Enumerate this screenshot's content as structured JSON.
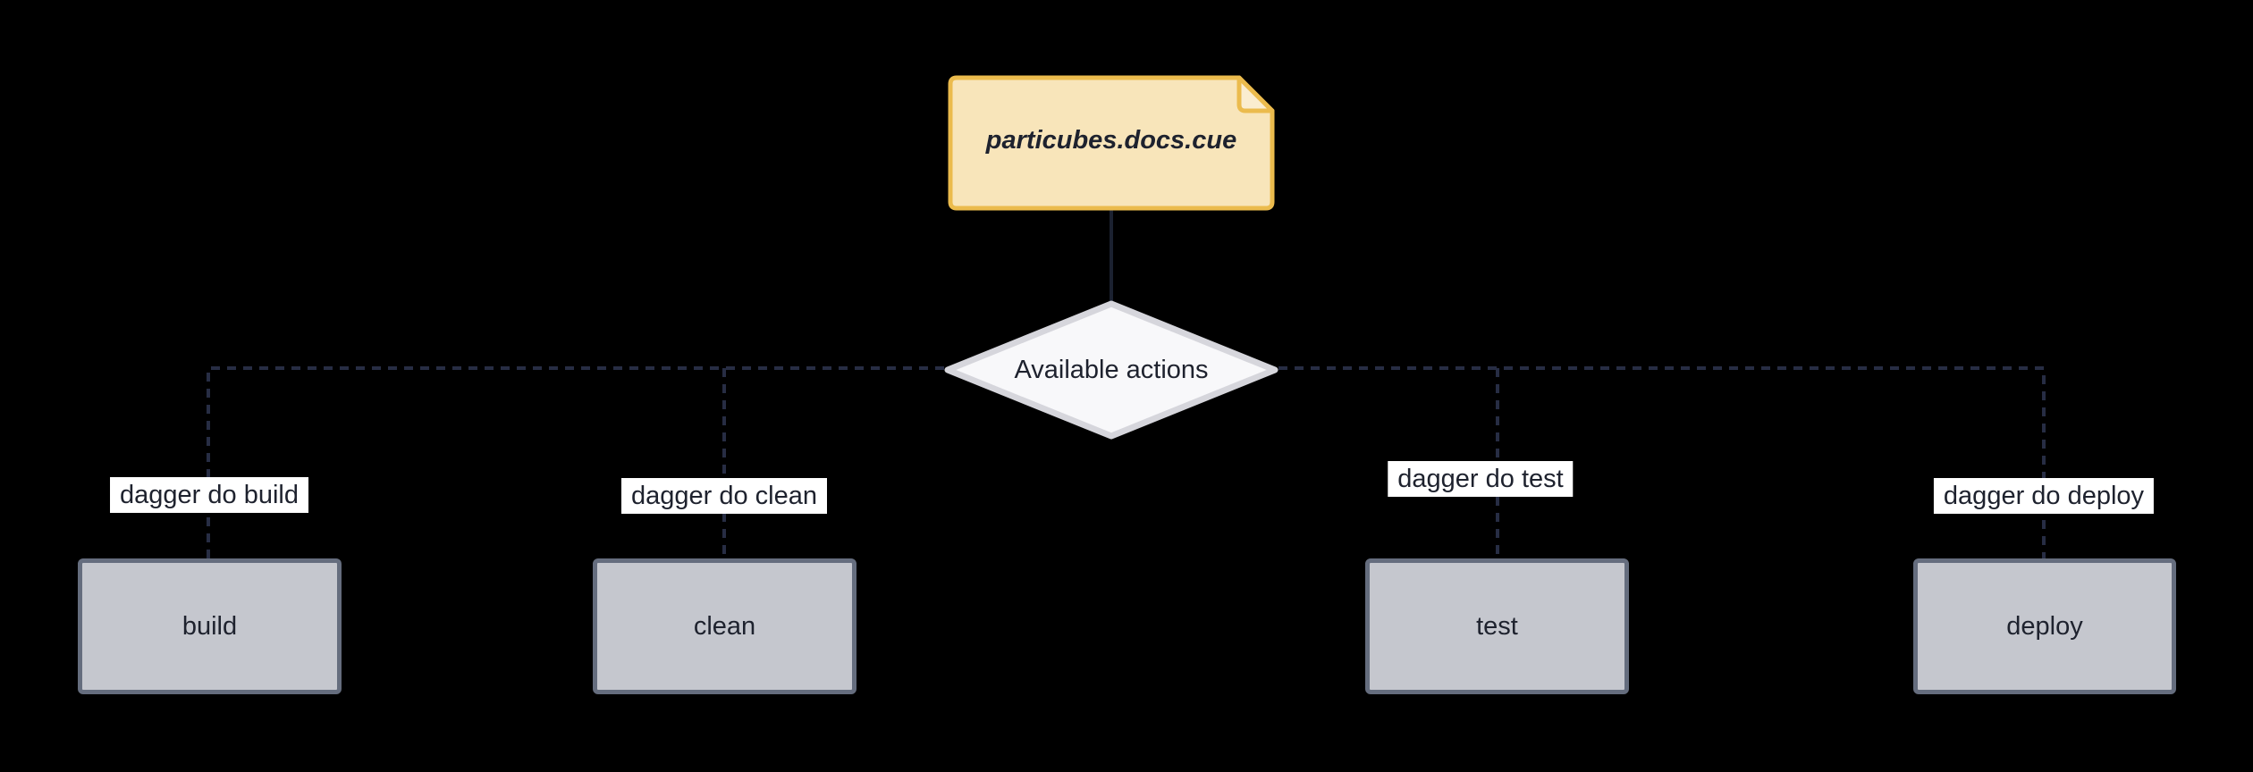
{
  "diagram": {
    "source_note": {
      "label": "particubes.docs.cue"
    },
    "decision": {
      "label": "Available actions"
    },
    "branches": [
      {
        "edge_label": "dagger do build",
        "node_label": "build"
      },
      {
        "edge_label": "dagger do clean",
        "node_label": "clean"
      },
      {
        "edge_label": "dagger do test",
        "node_label": "test"
      },
      {
        "edge_label": "dagger do deploy",
        "node_label": "deploy"
      }
    ]
  },
  "colors": {
    "background": "#000000",
    "note_fill": "#F8E5BA",
    "note_fold_fill": "#FAEDD0",
    "note_border": "#EBBB4D",
    "decision_fill": "#F8F8FA",
    "decision_border": "#D6D6DC",
    "action_fill": "#C5C7CE",
    "action_border": "#656D7E",
    "edge_color": "#272D44",
    "solid_edge_color": "#1B2130",
    "label_bg": "#FFFFFF",
    "text_dark": "#1E222E"
  }
}
